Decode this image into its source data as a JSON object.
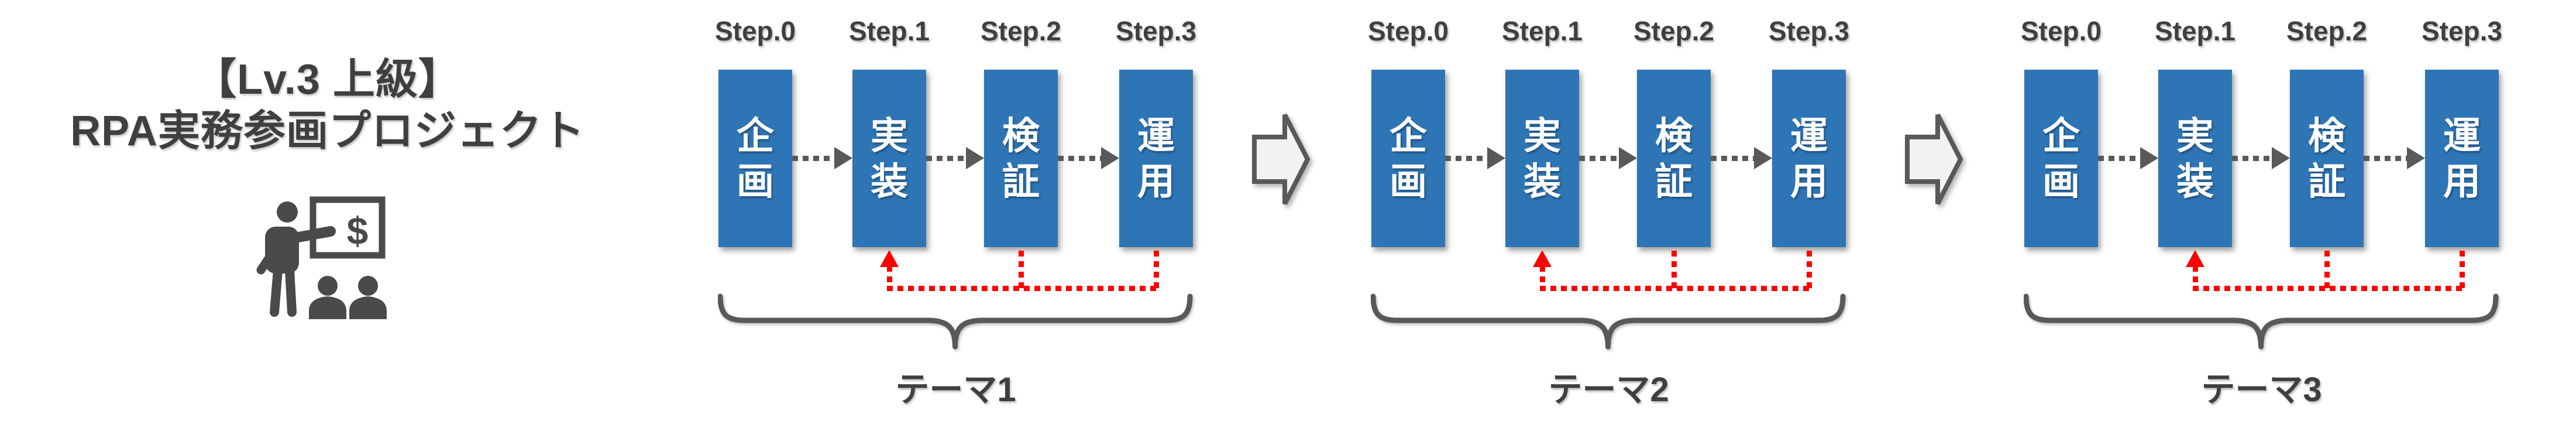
{
  "title": {
    "line1": "【Lv.3 上級】",
    "line2": "RPA実務参画プロジェクト"
  },
  "icon": {
    "name": "presentation-trainer-with-dollar-board",
    "dollar_sign": "$"
  },
  "groups": [
    {
      "theme": "テーマ1",
      "steps": [
        "Step.0",
        "Step.1",
        "Step.2",
        "Step.3"
      ],
      "boxes": [
        "企\n画",
        "実\n装",
        "検\n証",
        "運\n用"
      ]
    },
    {
      "theme": "テーマ2",
      "steps": [
        "Step.0",
        "Step.1",
        "Step.2",
        "Step.3"
      ],
      "boxes": [
        "企\n画",
        "実\n装",
        "検\n証",
        "運\n用"
      ]
    },
    {
      "theme": "テーマ3",
      "steps": [
        "Step.0",
        "Step.1",
        "Step.2",
        "Step.3"
      ],
      "boxes": [
        "企\n画",
        "実\n装",
        "検\n証",
        "運\n用"
      ]
    }
  ],
  "colors": {
    "box_blue": "#2E75B5",
    "text_dark": "#3F3F3F",
    "line_gray": "#595959",
    "feedback_red": "#FF0000",
    "big_arrow_fill": "#F2F2F2",
    "icon_gray": "#4A4A4A"
  }
}
